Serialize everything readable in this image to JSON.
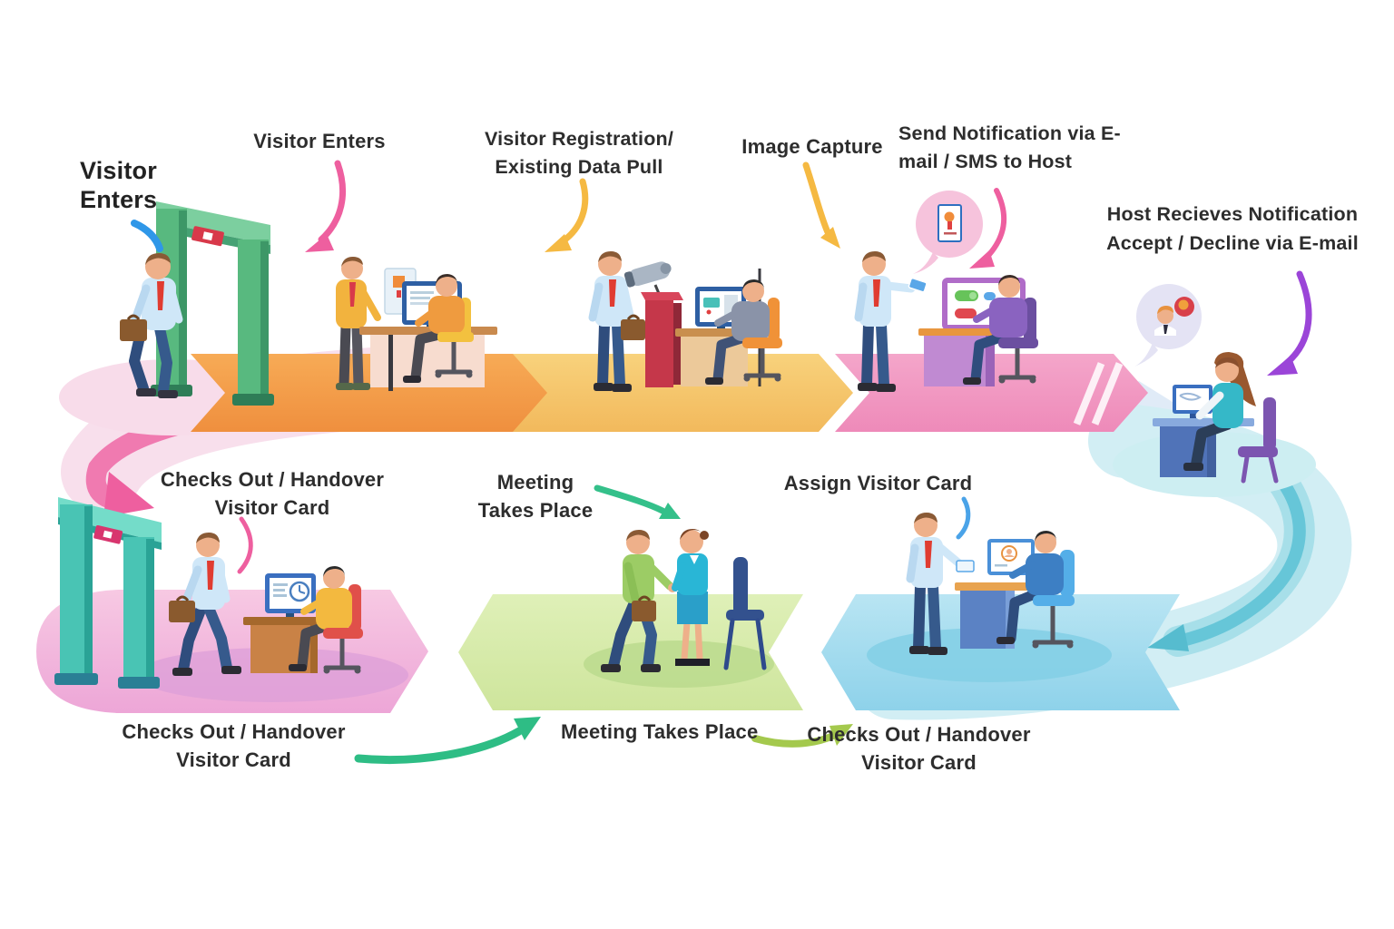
{
  "labels": {
    "visitor_enters_side": "Visitor Enters",
    "visitor_enters_top": "Visitor Enters",
    "visitor_registration": "Visitor Registration/ Existing Data Pull",
    "image_capture": "Image Capture",
    "send_notification": "Send Notification via E-mail / SMS to Host",
    "host_receives": "Host Recieves Notification Accept / Decline via E-mail",
    "checks_out_mid": "Checks Out / Handover Visitor Card",
    "meeting_mid": "Meeting Takes Place",
    "assign_card": "Assign Visitor Card",
    "footer_checks_out_left": "Checks Out / Handover Visitor Card",
    "footer_meeting": "Meeting Takes Place",
    "footer_checks_out_right": "Checks Out / Handover Visitor Card"
  },
  "scenes": [
    {
      "id": "visitor-enters-gate",
      "icon": "security-gate-walking-visitor-icon",
      "label": "Visitor Enters"
    },
    {
      "id": "registration-desk",
      "icon": "reception-desk-computer-icon",
      "label": "Visitor Registration/ Existing Data Pull"
    },
    {
      "id": "image-capture-station",
      "icon": "camera-pedestal-operator-icon",
      "label": "Image Capture"
    },
    {
      "id": "send-notification-desk",
      "icon": "phone-notification-bubble-icon",
      "label": "Send Notification via E-mail / SMS to Host"
    },
    {
      "id": "host-receives-desk",
      "icon": "host-notification-bubble-icon",
      "label": "Host Recieves Notification Accept / Decline via E-mail"
    },
    {
      "id": "assign-card-desk",
      "icon": "visitor-card-handover-icon",
      "label": "Assign Visitor Card"
    },
    {
      "id": "meeting-handshake",
      "icon": "handshake-meeting-icon",
      "label": "Meeting Takes Place"
    },
    {
      "id": "checkout-gate-desk",
      "icon": "checkout-gate-desk-icon",
      "label": "Checks Out / Handover Visitor Card"
    }
  ],
  "colors": {
    "accent_pink": "#ee5f9f",
    "accent_yellow": "#f5b942",
    "accent_green": "#2ebd85",
    "accent_lightgreen": "#a4c94d",
    "accent_purple": "#9b45d8",
    "accent_blue": "#2f97e8",
    "platform_orange": "#f2a050",
    "platform_yellow": "#f6c96b",
    "platform_pink_top": "#f29cc5",
    "platform_pink_bottom": "#f3bade",
    "platform_green": "#d6e9ab",
    "platform_cyan": "#a5dcf0",
    "ribbon_teal": "#cdeef2",
    "gate_green": "#58b97f",
    "gate_teal": "#49c4b4",
    "text": "#2d2d2d"
  }
}
